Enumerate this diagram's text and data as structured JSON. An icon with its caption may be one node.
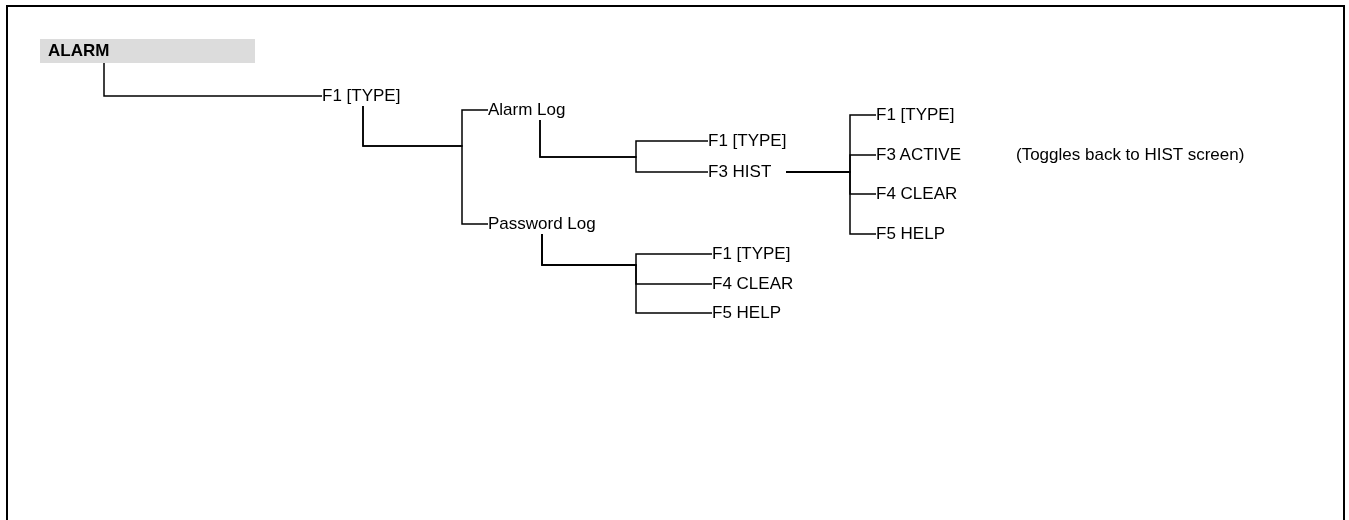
{
  "diagram": {
    "nodes": [
      {
        "text": [
          "ALARM"
        ]
      },
      {
        "text": [
          "F1 [TYPE]"
        ]
      },
      {
        "text": [
          "Alarm Log"
        ]
      },
      {
        "text": [
          "Password Log"
        ]
      },
      {
        "text": [
          "F1 [TYPE]"
        ]
      },
      {
        "text": [
          "F3 HIST"
        ]
      },
      {
        "text": [
          "F1 [TYPE]"
        ]
      },
      {
        "text": [
          "F3 ACTIVE"
        ],
        "beside": [
          "(Toggles back to HIST screen)"
        ]
      },
      {
        "text": [
          "F4 CLEAR"
        ]
      },
      {
        "text": [
          "F5 HELP"
        ]
      },
      {
        "text": [
          "F1 [TYPE]"
        ]
      },
      {
        "text": [
          "F4 CLEAR"
        ]
      },
      {
        "text": [
          "F5 HELP"
        ]
      }
    ],
    "edges": [
      {
        "from": 0,
        "to": 1,
        "arrow": "none"
      },
      {
        "from": 1,
        "to": 2,
        "arrow": "none"
      },
      {
        "from": 1,
        "to": 3,
        "arrow": "none"
      },
      {
        "from": 2,
        "to": 4,
        "arrow": "none"
      },
      {
        "from": 2,
        "to": 5,
        "arrow": "none"
      },
      {
        "from": 5,
        "to": 6,
        "arrow": "none"
      },
      {
        "from": 5,
        "to": 7,
        "arrow": "none"
      },
      {
        "from": 5,
        "to": 8,
        "arrow": "none"
      },
      {
        "from": 5,
        "to": 9,
        "arrow": "none"
      },
      {
        "from": 3,
        "to": 10,
        "arrow": "none"
      },
      {
        "from": 3,
        "to": 11,
        "arrow": "none"
      },
      {
        "from": 3,
        "to": 12,
        "arrow": "none"
      }
    ]
  }
}
